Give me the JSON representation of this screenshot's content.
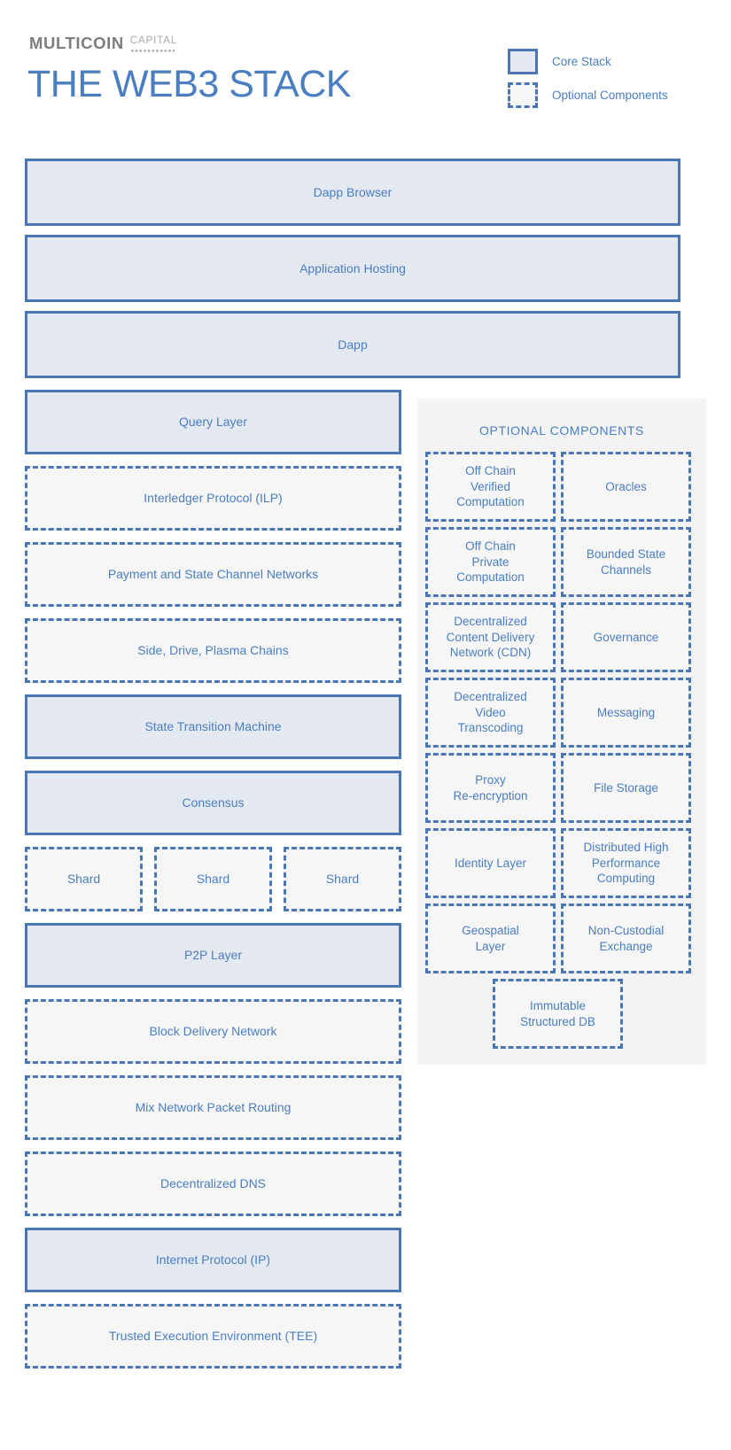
{
  "brand": {
    "name_main": "MULTICOIN",
    "name_sub": "CAPITAL"
  },
  "title": "THE WEB3 STACK",
  "colors": {
    "accent_blue": "#4a7ec0",
    "border_blue": "#4a77b4",
    "core_fill": "#e4e9f1",
    "optional_fill": "#f6f6f7",
    "panel_fill": "#f3f3f4",
    "brand_gray": "#7d7d7d",
    "brand_gray_light": "#a8a8a8"
  },
  "legend": {
    "items": [
      {
        "label": "Core Stack",
        "style": "core"
      },
      {
        "label": "Optional Components",
        "style": "optional"
      }
    ]
  },
  "stack_top": [
    {
      "label": "Dapp Browser",
      "style": "core"
    },
    {
      "label": "Application Hosting",
      "style": "core"
    },
    {
      "label": "Dapp",
      "style": "core"
    }
  ],
  "left_column": [
    {
      "label": "Query Layer",
      "style": "core"
    },
    {
      "label": "Interledger Protocol (ILP)",
      "style": "optional"
    },
    {
      "label": "Payment and State Channel Networks",
      "style": "optional"
    },
    {
      "label": "Side, Drive, Plasma Chains",
      "style": "optional"
    },
    {
      "label": "State Transition Machine",
      "style": "core"
    },
    {
      "label": "Consensus",
      "style": "core"
    }
  ],
  "shards": [
    {
      "label": "Shard",
      "style": "optional"
    },
    {
      "label": "Shard",
      "style": "optional"
    },
    {
      "label": "Shard",
      "style": "optional"
    }
  ],
  "left_column_lower": [
    {
      "label": "P2P Layer",
      "style": "core"
    },
    {
      "label": "Block Delivery Network",
      "style": "optional"
    },
    {
      "label": "Mix Network Packet Routing",
      "style": "optional"
    },
    {
      "label": "Decentralized DNS",
      "style": "optional"
    },
    {
      "label": "Internet Protocol (IP)",
      "style": "core"
    },
    {
      "label": "Trusted Execution Environment (TEE)",
      "style": "optional"
    }
  ],
  "optional_panel": {
    "title": "OPTIONAL COMPONENTS",
    "items": [
      {
        "label": "Off Chain\nVerified\nComputation",
        "style": "optional"
      },
      {
        "label": "Oracles",
        "style": "optional"
      },
      {
        "label": "Off Chain\nPrivate\nComputation",
        "style": "optional"
      },
      {
        "label": "Bounded State\nChannels",
        "style": "optional"
      },
      {
        "label": "Decentralized\nContent Delivery\nNetwork (CDN)",
        "style": "optional"
      },
      {
        "label": "Governance",
        "style": "optional"
      },
      {
        "label": "Decentralized\nVideo\nTranscoding",
        "style": "optional"
      },
      {
        "label": "Messaging",
        "style": "optional"
      },
      {
        "label": "Proxy\nRe-encryption",
        "style": "optional"
      },
      {
        "label": "File Storage",
        "style": "optional"
      },
      {
        "label": "Identity Layer",
        "style": "optional"
      },
      {
        "label": "Distributed High\nPerformance\nComputing",
        "style": "optional"
      },
      {
        "label": "Geospatial\nLayer",
        "style": "optional"
      },
      {
        "label": "Non-Custodial\nExchange",
        "style": "optional"
      },
      {
        "label": "Immutable\nStructured DB",
        "style": "optional",
        "centered": true
      }
    ]
  }
}
